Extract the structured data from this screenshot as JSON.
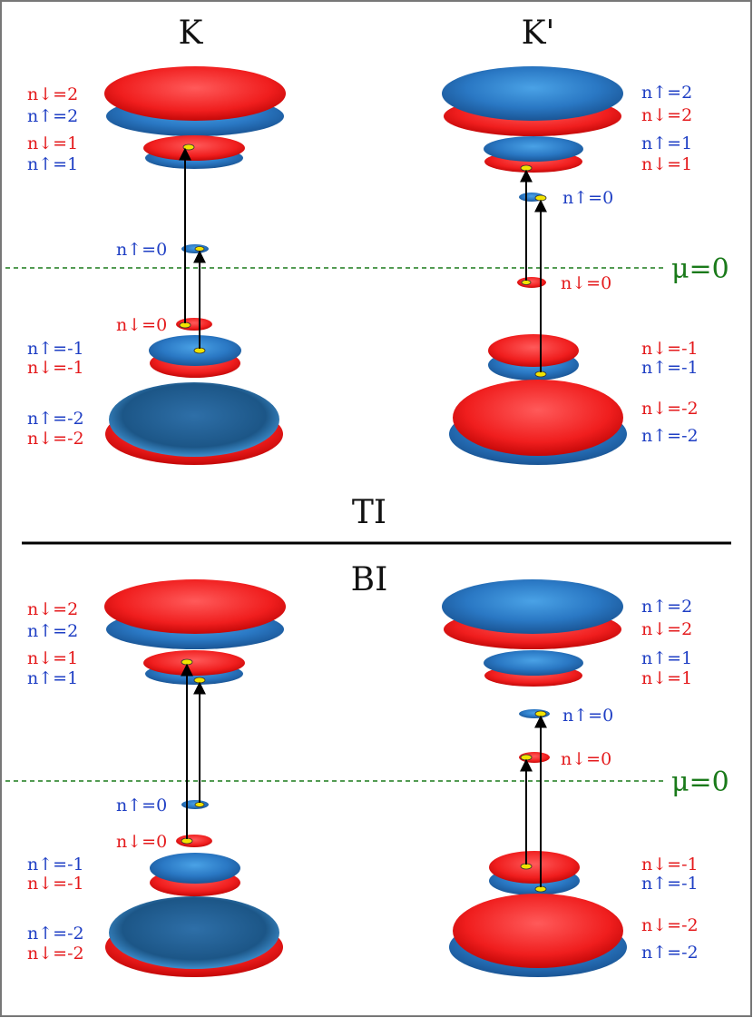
{
  "titles": {
    "valley_left": "K",
    "valley_right": "K'",
    "phase_top": "TI",
    "phase_bottom": "BI"
  },
  "chemical_potential": "μ=0",
  "colors": {
    "spin_down": "#e41a1c",
    "spin_up": "#1f6fc4",
    "disk_red": "#ff2a2a",
    "disk_blue": "#2f88d4",
    "mu_line": "#1a7a1a",
    "arrow": "#000000",
    "marker": "#f2e400"
  },
  "panels": {
    "ti": {
      "K": {
        "top_labels": [
          {
            "text": "n↓=2",
            "spin": "down"
          },
          {
            "text": "n↑=2",
            "spin": "up"
          },
          {
            "text": "n↓=1",
            "spin": "down"
          },
          {
            "text": "n↑=1",
            "spin": "up"
          }
        ],
        "zero_labels": [
          {
            "text": "n↑=0",
            "spin": "up"
          },
          {
            "text": "n↓=0",
            "spin": "down"
          }
        ],
        "bottom_labels": [
          {
            "text": "n↑=-1",
            "spin": "up"
          },
          {
            "text": "n↓=-1",
            "spin": "down"
          },
          {
            "text": "n↑=-2",
            "spin": "up"
          },
          {
            "text": "n↓=-2",
            "spin": "down"
          }
        ]
      },
      "Kp": {
        "top_labels": [
          {
            "text": "n↑=2",
            "spin": "up"
          },
          {
            "text": "n↓=2",
            "spin": "down"
          },
          {
            "text": "n↑=1",
            "spin": "up"
          },
          {
            "text": "n↓=1",
            "spin": "down"
          }
        ],
        "zero_labels": [
          {
            "text": "n↑=0",
            "spin": "up"
          },
          {
            "text": "n↓=0",
            "spin": "down"
          }
        ],
        "bottom_labels": [
          {
            "text": "n↓=-1",
            "spin": "down"
          },
          {
            "text": "n↑=-1",
            "spin": "up"
          },
          {
            "text": "n↓=-2",
            "spin": "down"
          },
          {
            "text": "n↑=-2",
            "spin": "up"
          }
        ]
      }
    },
    "bi": {
      "K": {
        "top_labels": [
          {
            "text": "n↓=2",
            "spin": "down"
          },
          {
            "text": "n↑=2",
            "spin": "up"
          },
          {
            "text": "n↓=1",
            "spin": "down"
          },
          {
            "text": "n↑=1",
            "spin": "up"
          }
        ],
        "zero_labels": [
          {
            "text": "n↑=0",
            "spin": "up"
          },
          {
            "text": "n↓=0",
            "spin": "down"
          }
        ],
        "bottom_labels": [
          {
            "text": "n↑=-1",
            "spin": "up"
          },
          {
            "text": "n↓=-1",
            "spin": "down"
          },
          {
            "text": "n↑=-2",
            "spin": "up"
          },
          {
            "text": "n↓=-2",
            "spin": "down"
          }
        ]
      },
      "Kp": {
        "top_labels": [
          {
            "text": "n↑=2",
            "spin": "up"
          },
          {
            "text": "n↓=2",
            "spin": "down"
          },
          {
            "text": "n↑=1",
            "spin": "up"
          },
          {
            "text": "n↓=1",
            "spin": "down"
          }
        ],
        "zero_labels": [
          {
            "text": "n↑=0",
            "spin": "up"
          },
          {
            "text": "n↓=0",
            "spin": "down"
          }
        ],
        "bottom_labels": [
          {
            "text": "n↓=-1",
            "spin": "down"
          },
          {
            "text": "n↑=-1",
            "spin": "up"
          },
          {
            "text": "n↓=-2",
            "spin": "down"
          },
          {
            "text": "n↑=-2",
            "spin": "up"
          }
        ]
      }
    }
  }
}
